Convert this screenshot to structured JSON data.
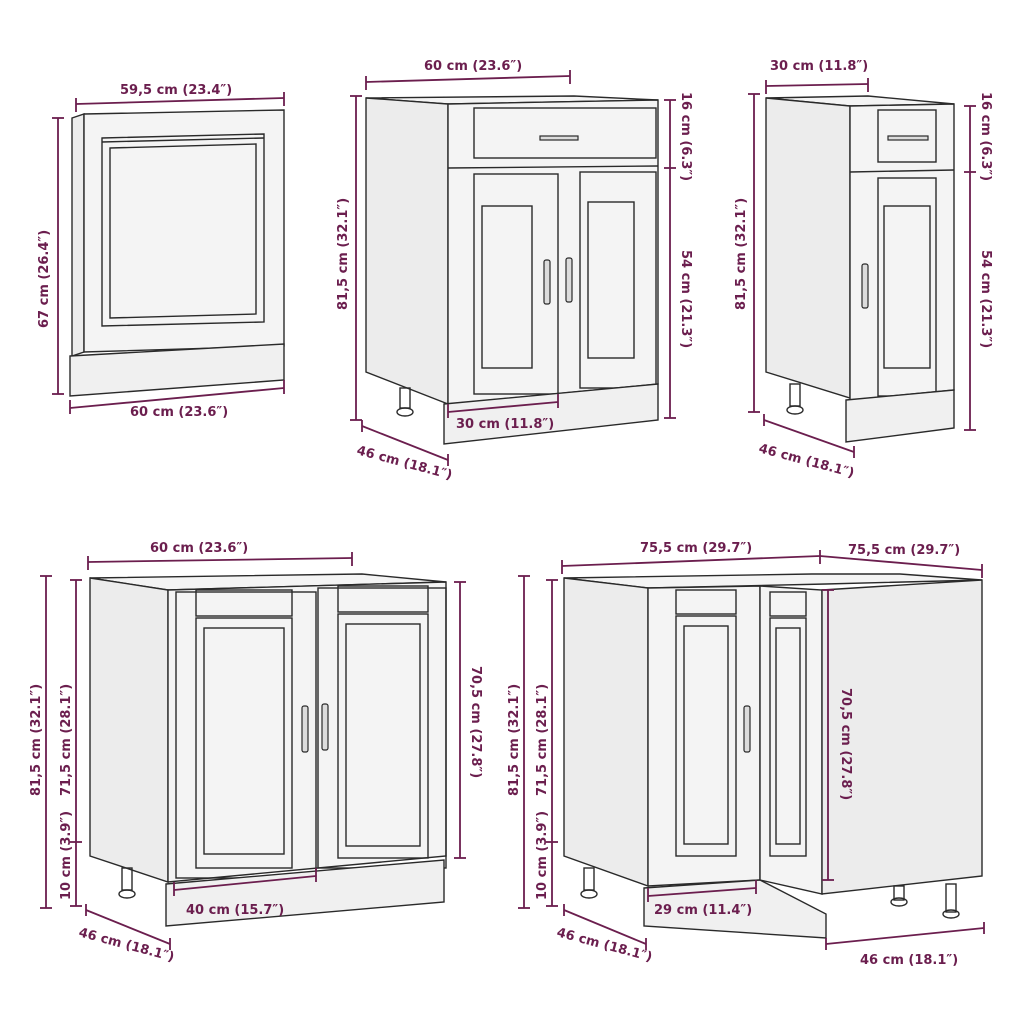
{
  "colors": {
    "dimension": "#6b1e4e",
    "outline": "#2a2a2a",
    "panel": "#f4f4f4"
  },
  "cabinet_oven_panel": {
    "top_width": "59,5 cm (23.4″)",
    "height": "67 cm (26.4″)",
    "bottom_width": "60 cm (23.6″)"
  },
  "cabinet_drawer_60": {
    "width": "60 cm (23.6″)",
    "height": "81,5 cm (32.1″)",
    "drawer_height": "16 cm (6.3″)",
    "door_height": "54 cm (21.3″)",
    "door_width": "30 cm (11.8″)",
    "depth": "46 cm (18.1″)"
  },
  "cabinet_drawer_30": {
    "width": "30 cm (11.8″)",
    "height": "81,5 cm (32.1″)",
    "drawer_height": "16 cm (6.3″)",
    "door_height": "54 cm (21.3″)",
    "depth": "46 cm (18.1″)"
  },
  "cabinet_sink_60": {
    "width": "60 cm (23.6″)",
    "height": "81,5 cm (32.1″)",
    "body_height": "71,5 cm (28.1″)",
    "plinth_height": "10 cm (3.9″)",
    "door_height": "70,5 cm (27.8″)",
    "door_width": "40 cm (15.7″)",
    "depth": "46 cm (18.1″)"
  },
  "cabinet_corner": {
    "width_left": "75,5 cm (29.7″)",
    "width_right": "75,5 cm (29.7″)",
    "height": "81,5 cm (32.1″)",
    "body_height": "71,5 cm (28.1″)",
    "plinth_height": "10 cm (3.9″)",
    "door_height": "70,5 cm (27.8″)",
    "door_width": "29 cm (11.4″)",
    "depth_left": "46 cm (18.1″)",
    "depth_right": "46 cm (18.1″)"
  }
}
